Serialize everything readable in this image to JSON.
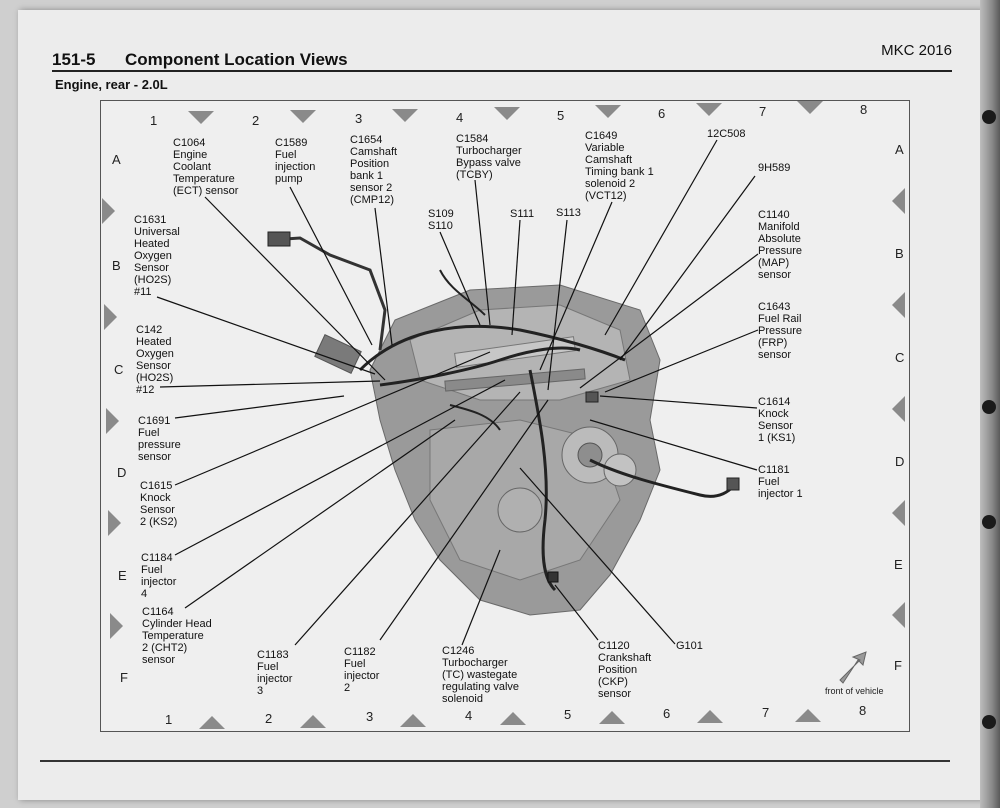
{
  "header": {
    "section": "151-5",
    "title": "Component Location Views",
    "model": "MKC 2016",
    "subtitle": "Engine, rear - 2.0L"
  },
  "grid": {
    "columns": [
      "1",
      "2",
      "3",
      "4",
      "5",
      "6",
      "7",
      "8"
    ],
    "rows": [
      "A",
      "B",
      "C",
      "D",
      "E",
      "F"
    ]
  },
  "labels": {
    "c1064": "C1064\nEngine\nCoolant\nTemperature\n(ECT) sensor",
    "c1589": "C1589\nFuel\ninjection\npump",
    "c1654": "C1654\nCamshaft\nPosition\nbank 1\nsensor 2\n(CMP12)",
    "c1584": "C1584\nTurbocharger\nBypass valve\n(TCBY)",
    "c1649": "C1649\nVariable\nCamshaft\nTiming bank 1\nsolenoid 2\n(VCT12)",
    "s12c508": "12C508",
    "s9h589": "9H589",
    "s109": "S109\nS110",
    "s111": "S111",
    "s113": "S113",
    "c1631": "C1631\nUniversal\nHeated\nOxygen\nSensor\n(HO2S)\n#11",
    "c142": "C142\nHeated\nOxygen\nSensor\n(HO2S)\n#12",
    "c1691": "C1691\nFuel\npressure\nsensor",
    "c1615": "C1615\nKnock\nSensor\n2 (KS2)",
    "c1184": "C1184\nFuel\ninjector\n4",
    "c1164": "C1164\nCylinder Head\nTemperature\n2 (CHT2)\nsensor",
    "c1183": "C1183\nFuel\ninjector\n3",
    "c1182": "C1182\nFuel\ninjector\n2",
    "c1246": "C1246\nTurbocharger\n(TC) wastegate\nregulating valve\nsolenoid",
    "c1120": "C1120\nCrankshaft\nPosition\n(CKP)\nsensor",
    "g101": "G101",
    "c1140": "C1140\nManifold\nAbsolute\nPressure\n(MAP)\nsensor",
    "c1643": "C1643\nFuel Rail\nPressure\n(FRP)\nsensor",
    "c1614": "C1614\nKnock\nSensor\n1 (KS1)",
    "c1181": "C1181\nFuel\ninjector 1"
  },
  "front_of_vehicle": "front of vehicle",
  "colors": {
    "page": "#ececec",
    "frame_bg": "#efefef",
    "engine": "#9a9a9a",
    "marker": "#8a8a8a"
  }
}
